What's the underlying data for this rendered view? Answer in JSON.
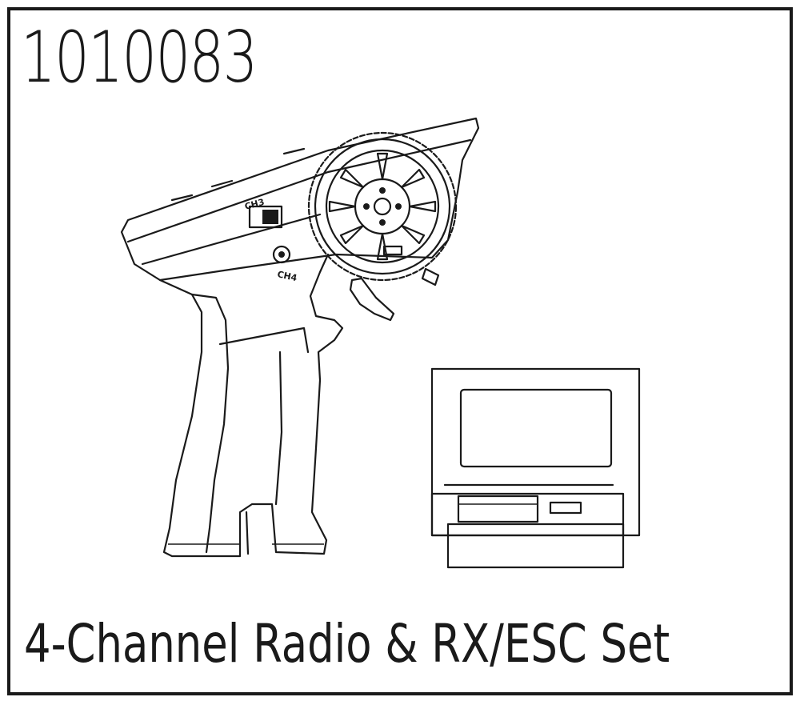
{
  "part_number": "1010083",
  "product_name": "4-Channel Radio & RX/ESC Set",
  "illustration": {
    "transmitter_labels": {
      "ch3": "CH3",
      "ch4": "CH4"
    }
  },
  "colors": {
    "line": "#1a1a1a",
    "background": "#ffffff"
  }
}
